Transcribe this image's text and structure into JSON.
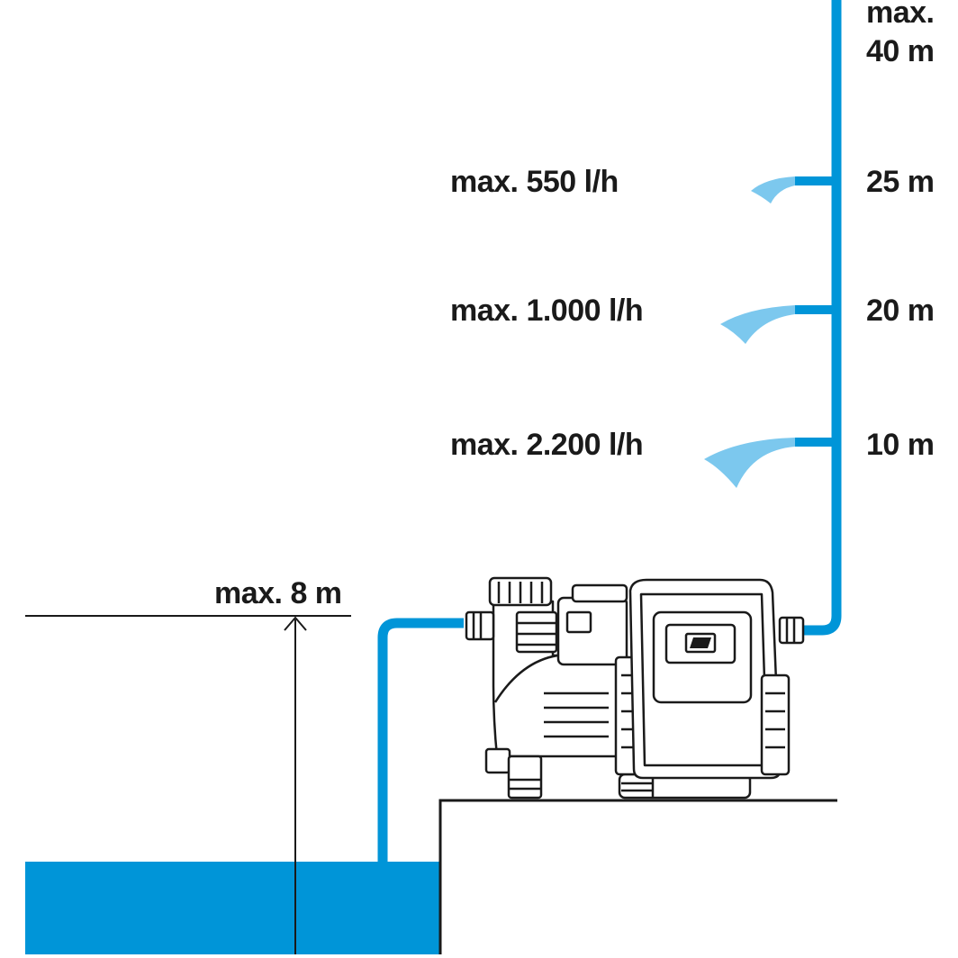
{
  "diagram": {
    "colors": {
      "water": "#0095d8",
      "spray": "#7cc8ee",
      "outline": "#1a1a1a",
      "background": "#ffffff"
    },
    "suction": {
      "label": "max. 8 m"
    },
    "total_head": {
      "label_line1": "max.",
      "label_line2": "40 m"
    },
    "outlets": [
      {
        "flow_label": "max. 550 l/h",
        "height_label": "25 m"
      },
      {
        "flow_label": "max. 1.000 l/h",
        "height_label": "20 m"
      },
      {
        "flow_label": "max. 2.200 l/h",
        "height_label": "10 m"
      }
    ],
    "pump_icon": "garden-pump-icon",
    "switch_icon": "power-switch-icon"
  }
}
